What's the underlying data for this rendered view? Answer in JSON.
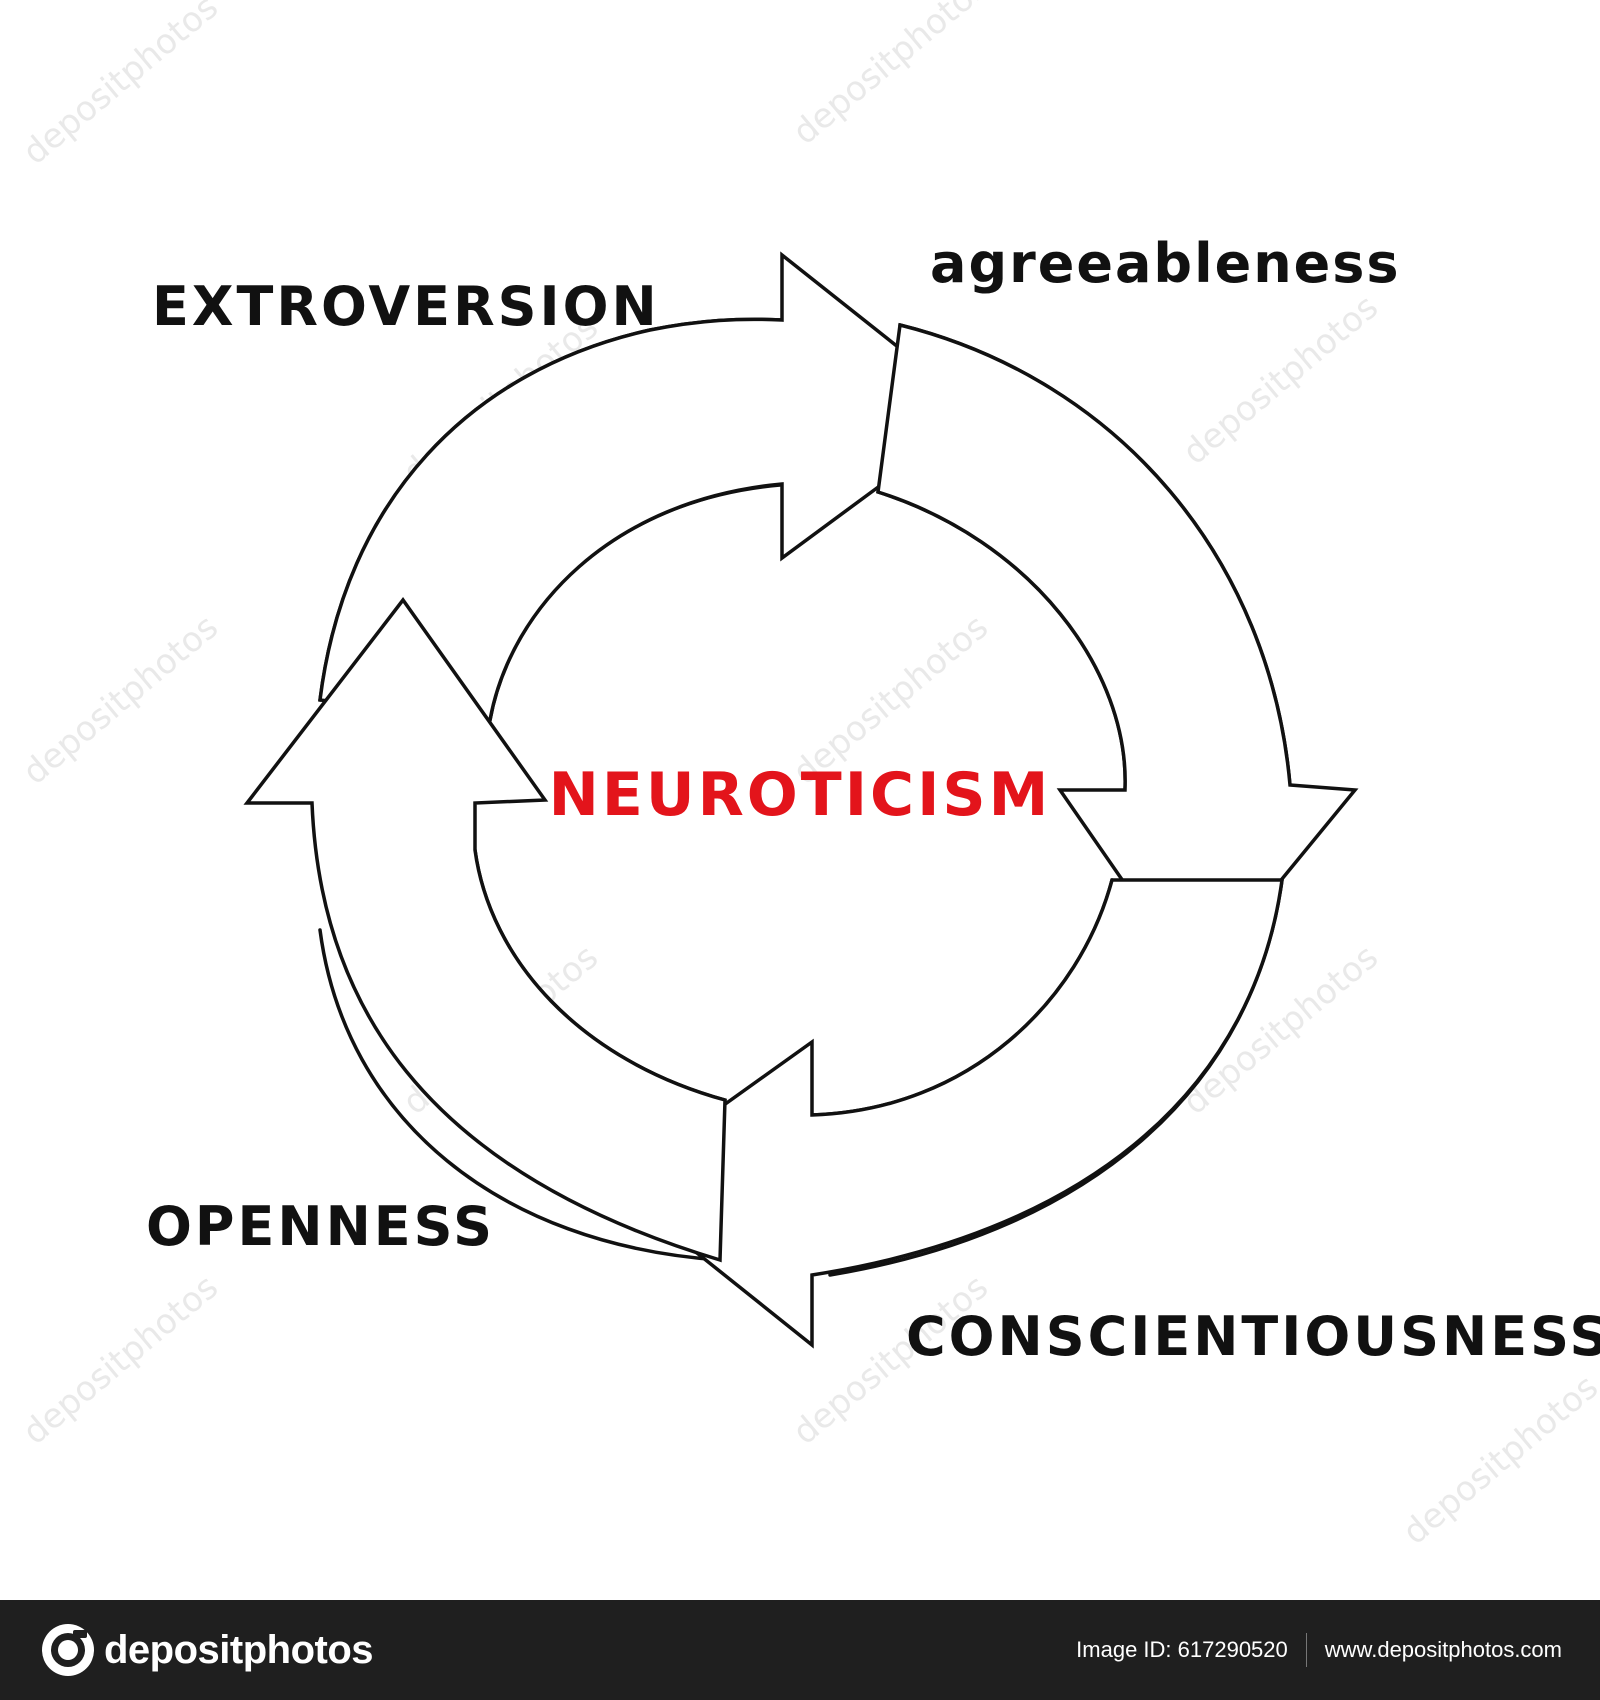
{
  "diagram": {
    "center": "Neuroticism",
    "center_color": "#e3141b",
    "traits": {
      "extroversion": "EXTROVERSION",
      "agreeableness": "agreeableness",
      "openness": "OPENNESS",
      "conscientiousness": "CONSCIENTIOUSNESS"
    },
    "arrow_style": "hand-drawn circular cycle, four arrows, clockwise",
    "line_color": "#111111"
  },
  "watermark": {
    "text": "depositphotos"
  },
  "footer": {
    "brand": "depositphotos",
    "brand_icon": "camera-aperture-icon",
    "image_id": "Image ID: 617290520",
    "url": "www.depositphotos.com",
    "background": "#1f1f1f"
  }
}
